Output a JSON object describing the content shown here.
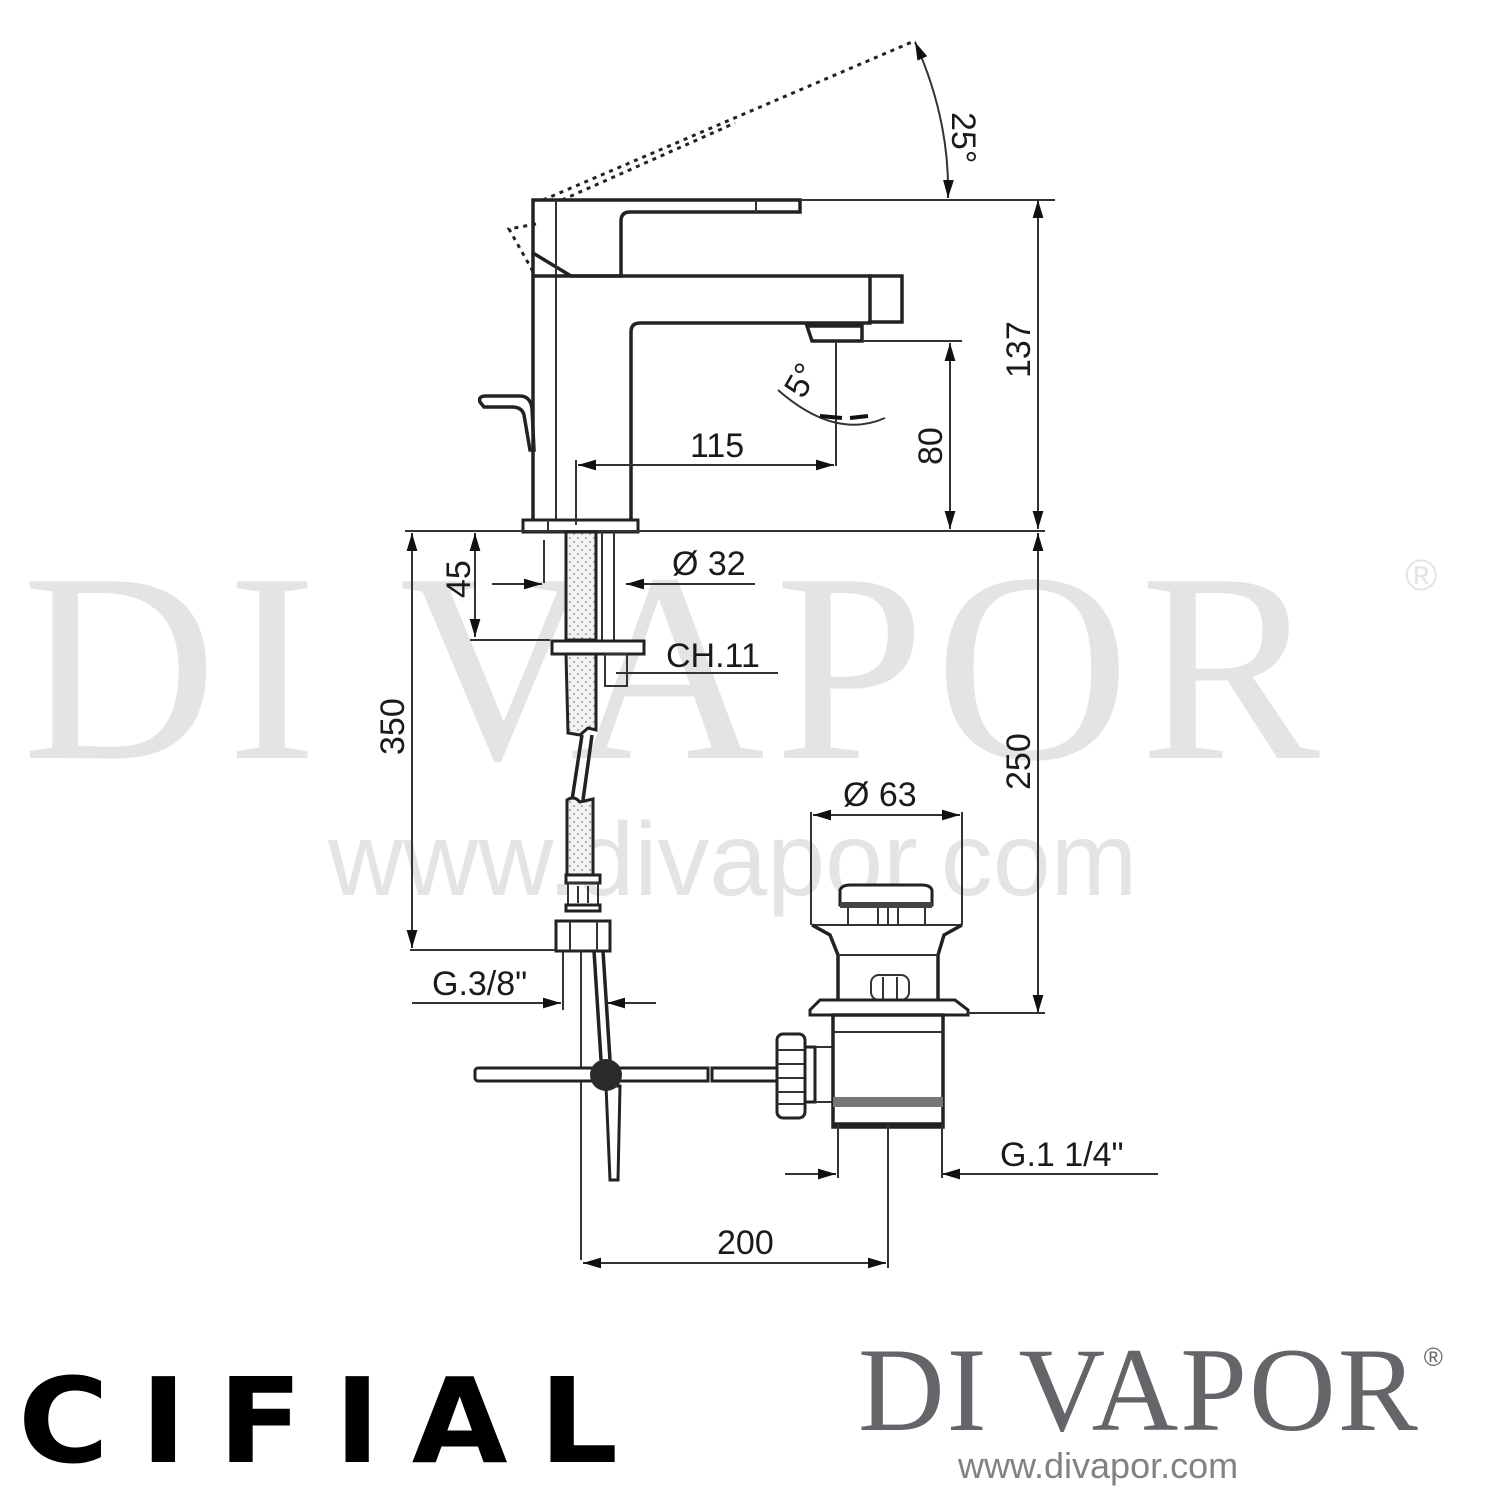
{
  "watermark": {
    "brand": "DI VAPOR",
    "registered": "®",
    "url": "www.divapor.com",
    "color": "#e3e4e6"
  },
  "drawing": {
    "subject": "Basin mixer with pop-up waste — technical dimension drawing",
    "line_color": "#222222",
    "dimensions": {
      "lever_angle": "25°",
      "spout_tilt_angle": "5°",
      "spout_reach": "115",
      "spout_height": "80",
      "overall_height": "137",
      "shank_length": "45",
      "body_diameter": "Ø 32",
      "spanner_size": "CH.11",
      "hose_length": "350",
      "below_deck_length": "250",
      "waste_diameter": "Ø 63",
      "inlet_thread": "G.3/8\"",
      "waste_thread": "G.1 1/4\"",
      "waste_distance": "200"
    }
  },
  "footer": {
    "manufacturer_logo": "CIFIAL",
    "retailer_logo": "DI VAPOR",
    "retailer_registered": "®",
    "retailer_url": "www.divapor.com",
    "retailer_color": "#646569"
  }
}
